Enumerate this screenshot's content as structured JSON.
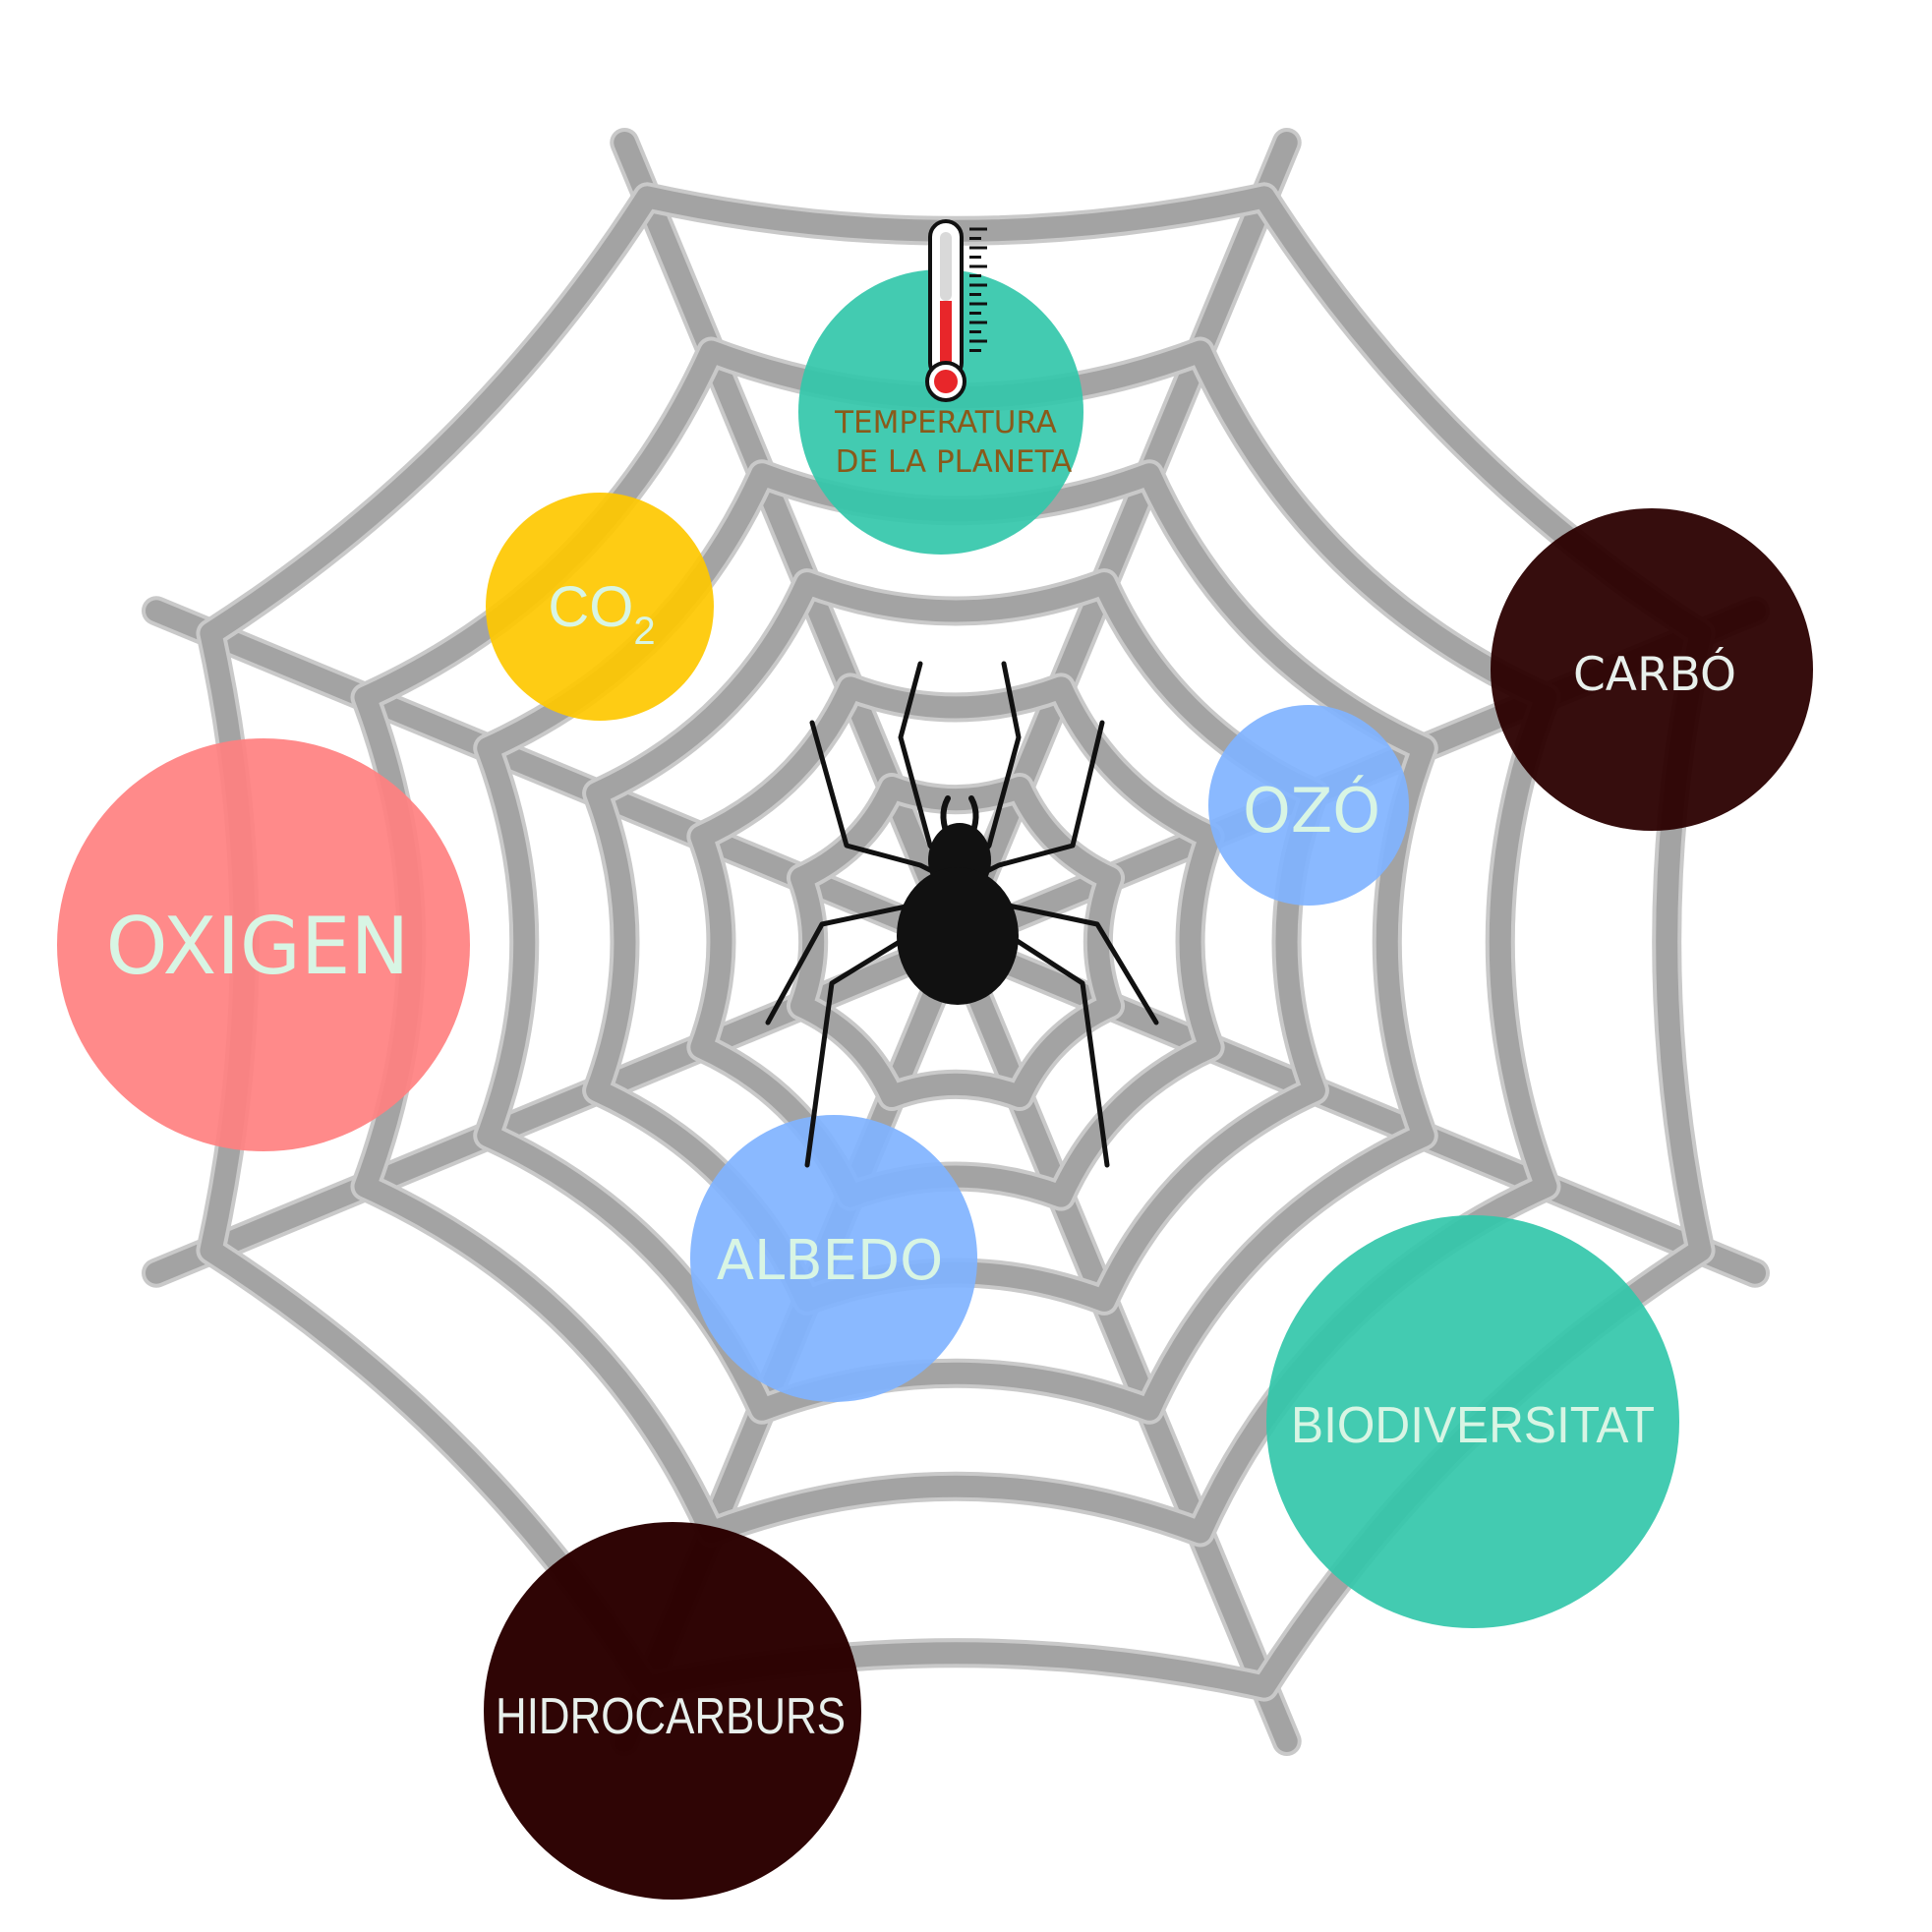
{
  "colors": {
    "web": "#a3a3a3",
    "web_outline": "#c9c9c9",
    "teal": "#33c7aa",
    "yellow": "#fec800",
    "pink": "#ff8080",
    "blue": "#80b3ff",
    "dark": "#2b0000",
    "label_light": "#d8f5e4",
    "label_temp": "#8a5a1a",
    "spider": "#111111",
    "thermo_red": "#e8262a"
  },
  "nodes": {
    "temperatura": {
      "line1": "TEMPERATURA",
      "line2": "DE LA PLANETA"
    },
    "co2": {
      "main": "CO",
      "sub": "2"
    },
    "carbo": {
      "label": "CARBÓ"
    },
    "ozo": {
      "label": "OZÓ"
    },
    "oxigen": {
      "label": "OXIGEN"
    },
    "albedo": {
      "label": "ALBEDO"
    },
    "biodiversitat": {
      "label": "BIODIVERSITAT"
    },
    "hidrocarburs": {
      "label": "HIDROCARBURS"
    }
  },
  "icons": {
    "thermometer": "thermometer-icon",
    "spider": "spider-icon"
  }
}
